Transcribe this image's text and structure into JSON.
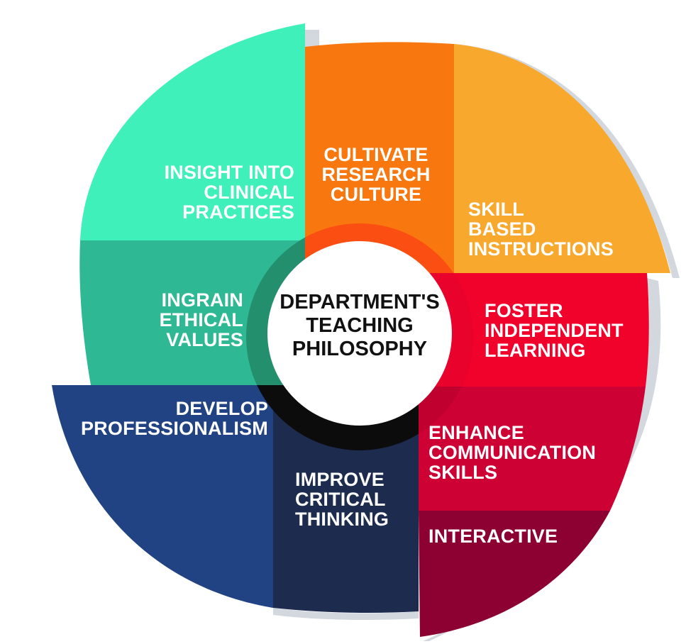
{
  "center": {
    "title": "DEPARTMENT'S\nTEACHING\nPHILOSOPHY"
  },
  "segments": [
    {
      "id": "insight",
      "label": "INSIGHT INTO\nCLINICAL\nPRACTICES",
      "color": "#3ff0bb"
    },
    {
      "id": "ethical",
      "label": "INGRAIN\nETHICAL\nVALUES",
      "color": "#2fb894"
    },
    {
      "id": "research",
      "label": "CULTIVATE\nRESEARCH\nCULTURE",
      "color": "#f8770e"
    },
    {
      "id": "skill",
      "label": "SKILL\nBASED\nINSTRUCTIONS",
      "color": "#f8a82c"
    },
    {
      "id": "independent",
      "label": "FOSTER\nINDEPENDENT\nLEARNING",
      "color": "#f0022b"
    },
    {
      "id": "communication",
      "label": "ENHANCE\nCOMMUNICATION\nSKILLS",
      "color": "#cd0134"
    },
    {
      "id": "interactive",
      "label": "INTERACTIVE",
      "color": "#8c0132"
    },
    {
      "id": "critical",
      "label": "IMPROVE\nCRITICAL\nTHINKING",
      "color": "#1d2b4e"
    },
    {
      "id": "professionalism",
      "label": "DEVELOP\nPROFESSIONALISM",
      "color": "#214283"
    }
  ],
  "colors": {
    "shadow": "#d3d7de",
    "ring_orange": "#fb4e12",
    "ring_red": "#c8012f",
    "ring_black": "#0c0c0c",
    "ring_teal": "#238f6d",
    "center_fill": "#ffffff"
  }
}
